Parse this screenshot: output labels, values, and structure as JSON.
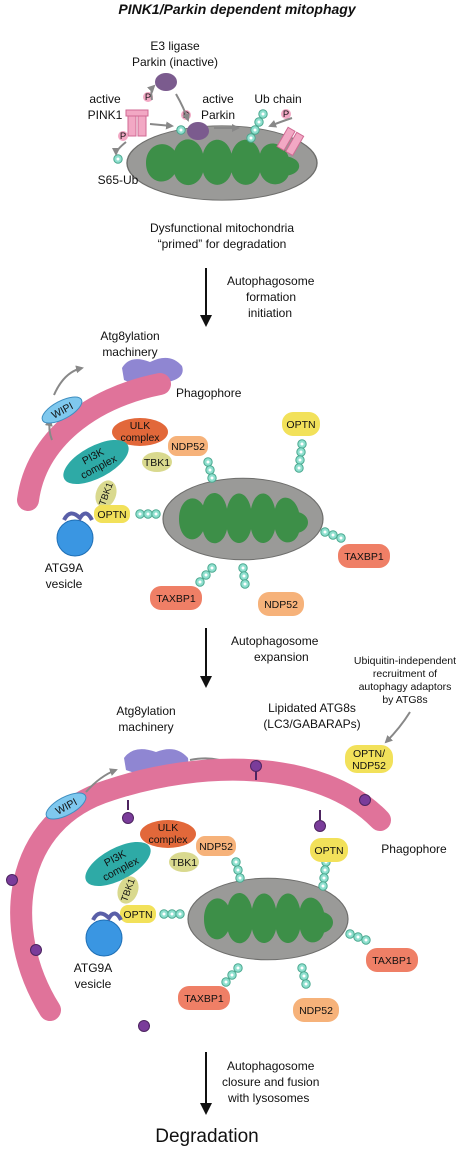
{
  "title": "PINK1/Parkin dependent mitophagy",
  "panel1": {
    "e3_ligase": [
      "E3 ligase",
      "Parkin (inactive)"
    ],
    "active_pink1": [
      "active",
      "PINK1"
    ],
    "active_parkin": [
      "active",
      "Parkin"
    ],
    "ub_chain": "Ub chain",
    "s65_ub": "S65-Ub",
    "phospho": "P",
    "caption": [
      "Dysfunctional mitochondria",
      "“primed” for degradation"
    ]
  },
  "step1": [
    "Autophagosome",
    "formation",
    "initiation"
  ],
  "panel2": {
    "atg8ylation": [
      "Atg8ylation",
      "machinery"
    ],
    "phagophore": "Phagophore",
    "wipi": "WIPI",
    "ulk": [
      "ULK",
      "complex"
    ],
    "pi3k": [
      "PI3K",
      "complex"
    ],
    "tbk1": "TBK1",
    "ndp52": "NDP52",
    "optn": "OPTN",
    "taxbp1": "TAXBP1",
    "atg9a": [
      "ATG9A",
      "vesicle"
    ]
  },
  "step2": [
    "Autophagosome",
    "expansion"
  ],
  "panel3": {
    "ub_independent": [
      "Ubiquitin-independent",
      "recruitment of",
      "autophagy adaptors",
      "by ATG8s"
    ],
    "atg8ylation": [
      "Atg8ylation",
      "machinery"
    ],
    "lipidated": [
      "Lipidated ATG8s",
      "(LC3/GABARAPs)"
    ],
    "optn_ndp52": [
      "OPTN/",
      "NDP52"
    ],
    "phagophore": "Phagophore",
    "wipi": "WIPI",
    "ulk": [
      "ULK",
      "complex"
    ],
    "pi3k": [
      "PI3K",
      "complex"
    ],
    "tbk1": "TBK1",
    "ndp52": "NDP52",
    "optn": "OPTN",
    "taxbp1": "TAXBP1",
    "atg9a": [
      "ATG9A",
      "vesicle"
    ]
  },
  "step3": [
    "Autophagosome",
    "closure and fusion",
    "with lysosomes"
  ],
  "final": "Degradation",
  "colors": {
    "mito_fill": "#9a9a98",
    "mito_inner": "#3d8f48",
    "phagophore": "#e0739a",
    "ulk": "#e2683a",
    "pi3k": "#2eaaa6",
    "tbk1": "#d9d98e",
    "ndp52": "#f6b27a",
    "optn": "#f2e15a",
    "taxbp1": "#ef7f66",
    "wipi": "#7fc8ee",
    "atg8": "#8f86d2",
    "atg9a": "#3a96e2",
    "ubiquitin": "#8fe0cf",
    "pink1": "#f2a8c4",
    "parkin": "#7b5b8e",
    "lipid_atg8": "#7a3c9a"
  }
}
